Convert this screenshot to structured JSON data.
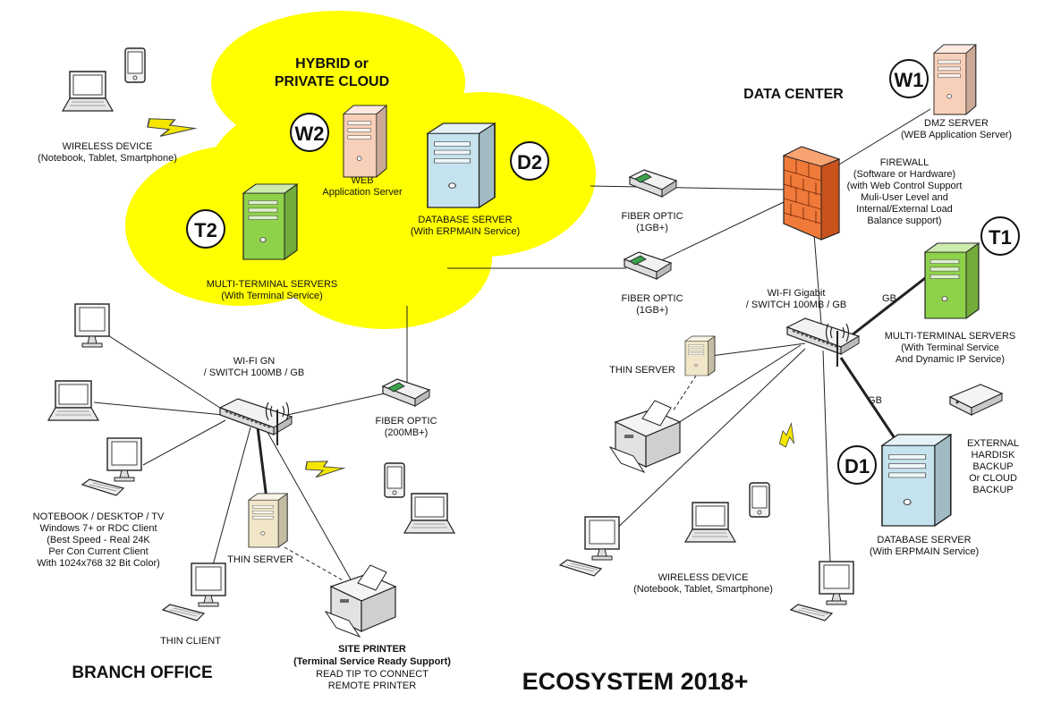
{
  "title": "ECOSYSTEM 2018+",
  "cloud": {
    "title": "HYBRID or\nPRIVATE CLOUD",
    "badges": {
      "w2": "W2",
      "d2": "D2",
      "t2": "T2"
    },
    "web_server": "WEB\nApplication Server",
    "database_server": "DATABASE SERVER\n(With ERPMAIN Service)",
    "terminal_servers": "MULTI-TERMINAL SERVERS\n(With Terminal Service)"
  },
  "data_center": {
    "title": "DATA CENTER",
    "badges": {
      "w1": "W1",
      "t1": "T1",
      "d1": "D1"
    },
    "dmz_server": "DMZ SERVER\n(WEB Application Server)",
    "firewall": "FIREWALL\n(Software or Hardware)\n(with Web Control Support\nMuli-User Level and\nInternal/External Load\nBalance support)",
    "fiber_optic_1": "FIBER OPTIC\n(1GB+)",
    "fiber_optic_2": "FIBER OPTIC\n(1GB+)",
    "switch": "WI-FI Gigabit\n/ SWITCH 100MB / GB",
    "gb_1": "GB",
    "gb_2": "GB",
    "terminal_servers": "MULTI-TERMINAL SERVERS\n(With Terminal Service\nAnd Dynamic IP Service)",
    "thin_server": "THIN SERVER",
    "backup": "EXTERNAL\nHARDISK\nBACKUP\nOr CLOUD\nBACKUP",
    "database_server": "DATABASE SERVER\n(With ERPMAIN Service)",
    "wireless_device": "WIRELESS DEVICE\n(Notebook, Tablet, Smartphone)"
  },
  "branch_office": {
    "title": "BRANCH OFFICE",
    "wireless_device": "WIRELESS DEVICE\n(Notebook, Tablet, Smartphone)",
    "switch": "WI-FI GN\n/ SWITCH 100MB / GB",
    "fiber_optic": "FIBER OPTIC\n(200MB+)",
    "clients": "NOTEBOOK / DESKTOP / TV\nWindows 7+ or RDC Client\n(Best Speed - Real 24K\nPer Con Current Client\nWith 1024x768 32 Bit Color)",
    "thin_server": "THIN SERVER",
    "thin_client": "THIN CLIENT",
    "printer_title": "SITE PRINTER",
    "printer_subtitle": "(Terminal Service Ready Support)",
    "printer_note": "READ TIP TO CONNECT\nREMOTE PRINTER"
  },
  "colors": {
    "cloud": "#ffff00",
    "web_server": "#f8cfb8",
    "database_server": "#c5e3ee",
    "terminal_server": "#8ed24a",
    "firewall": "#f07a3a"
  },
  "icons": [
    "server-icon",
    "firewall-icon",
    "switch-icon",
    "fiber-optic-icon",
    "monitor-icon",
    "laptop-icon",
    "tablet-icon",
    "printer-icon",
    "keyboard-icon",
    "hard-disk-icon",
    "lightning-icon"
  ]
}
